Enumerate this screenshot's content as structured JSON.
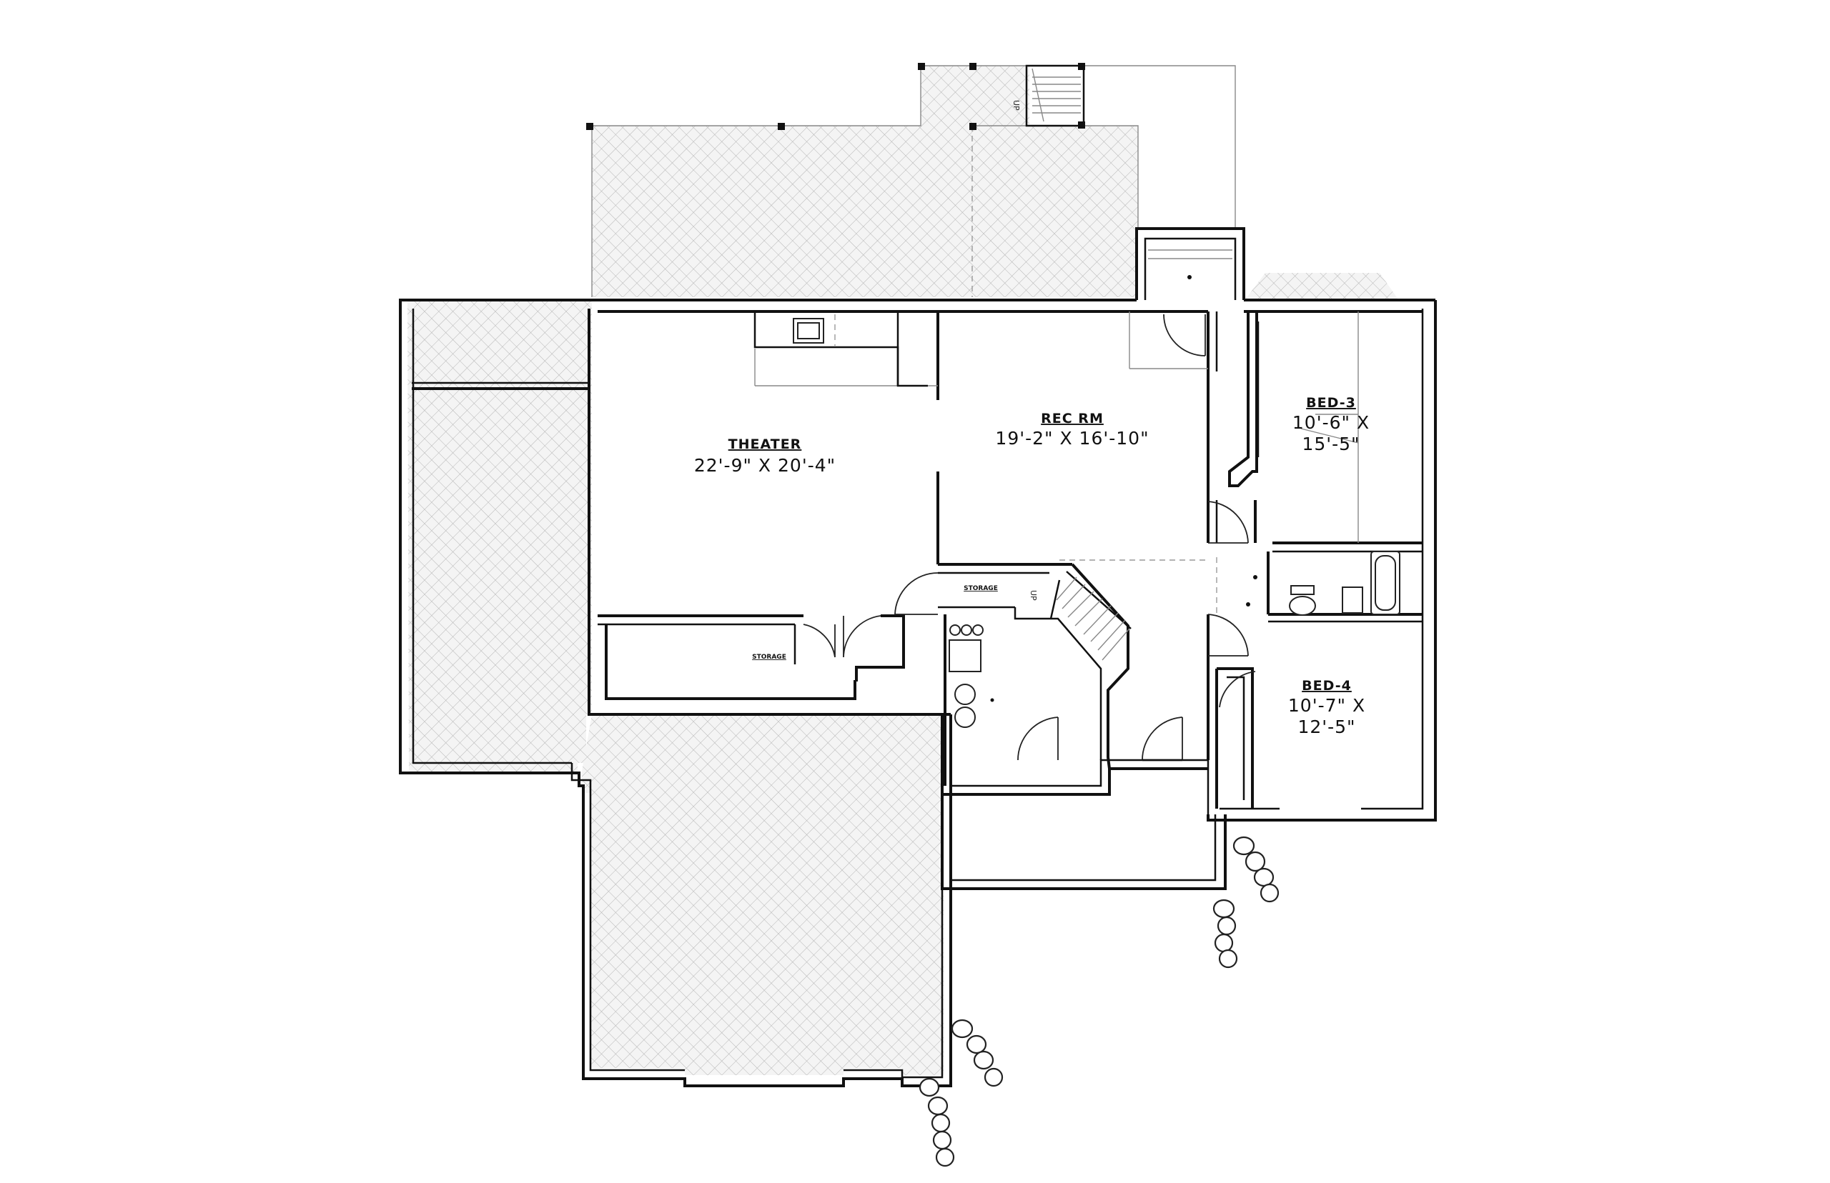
{
  "rooms": {
    "theater": {
      "name": "THEATER",
      "dims": "22'-9\" X 20'-4\""
    },
    "rec_rm": {
      "name": "REC RM",
      "dims": "19'-2\" X 16'-10\""
    },
    "bed3": {
      "name": "BED-3",
      "dims_line1": "10'-6\" X",
      "dims_line2": "15'-5\""
    },
    "bed4": {
      "name": "BED-4",
      "dims_line1": "10'-7\" X",
      "dims_line2": "12'-5\""
    },
    "storage_upper": {
      "name": "STORAGE"
    },
    "storage_lower": {
      "name": "STORAGE"
    }
  },
  "stair_markers": {
    "top": "UP",
    "mid": "UP"
  },
  "colors": {
    "wall": "#111111",
    "hatch": "#b5b5b5",
    "background": "#ffffff"
  }
}
